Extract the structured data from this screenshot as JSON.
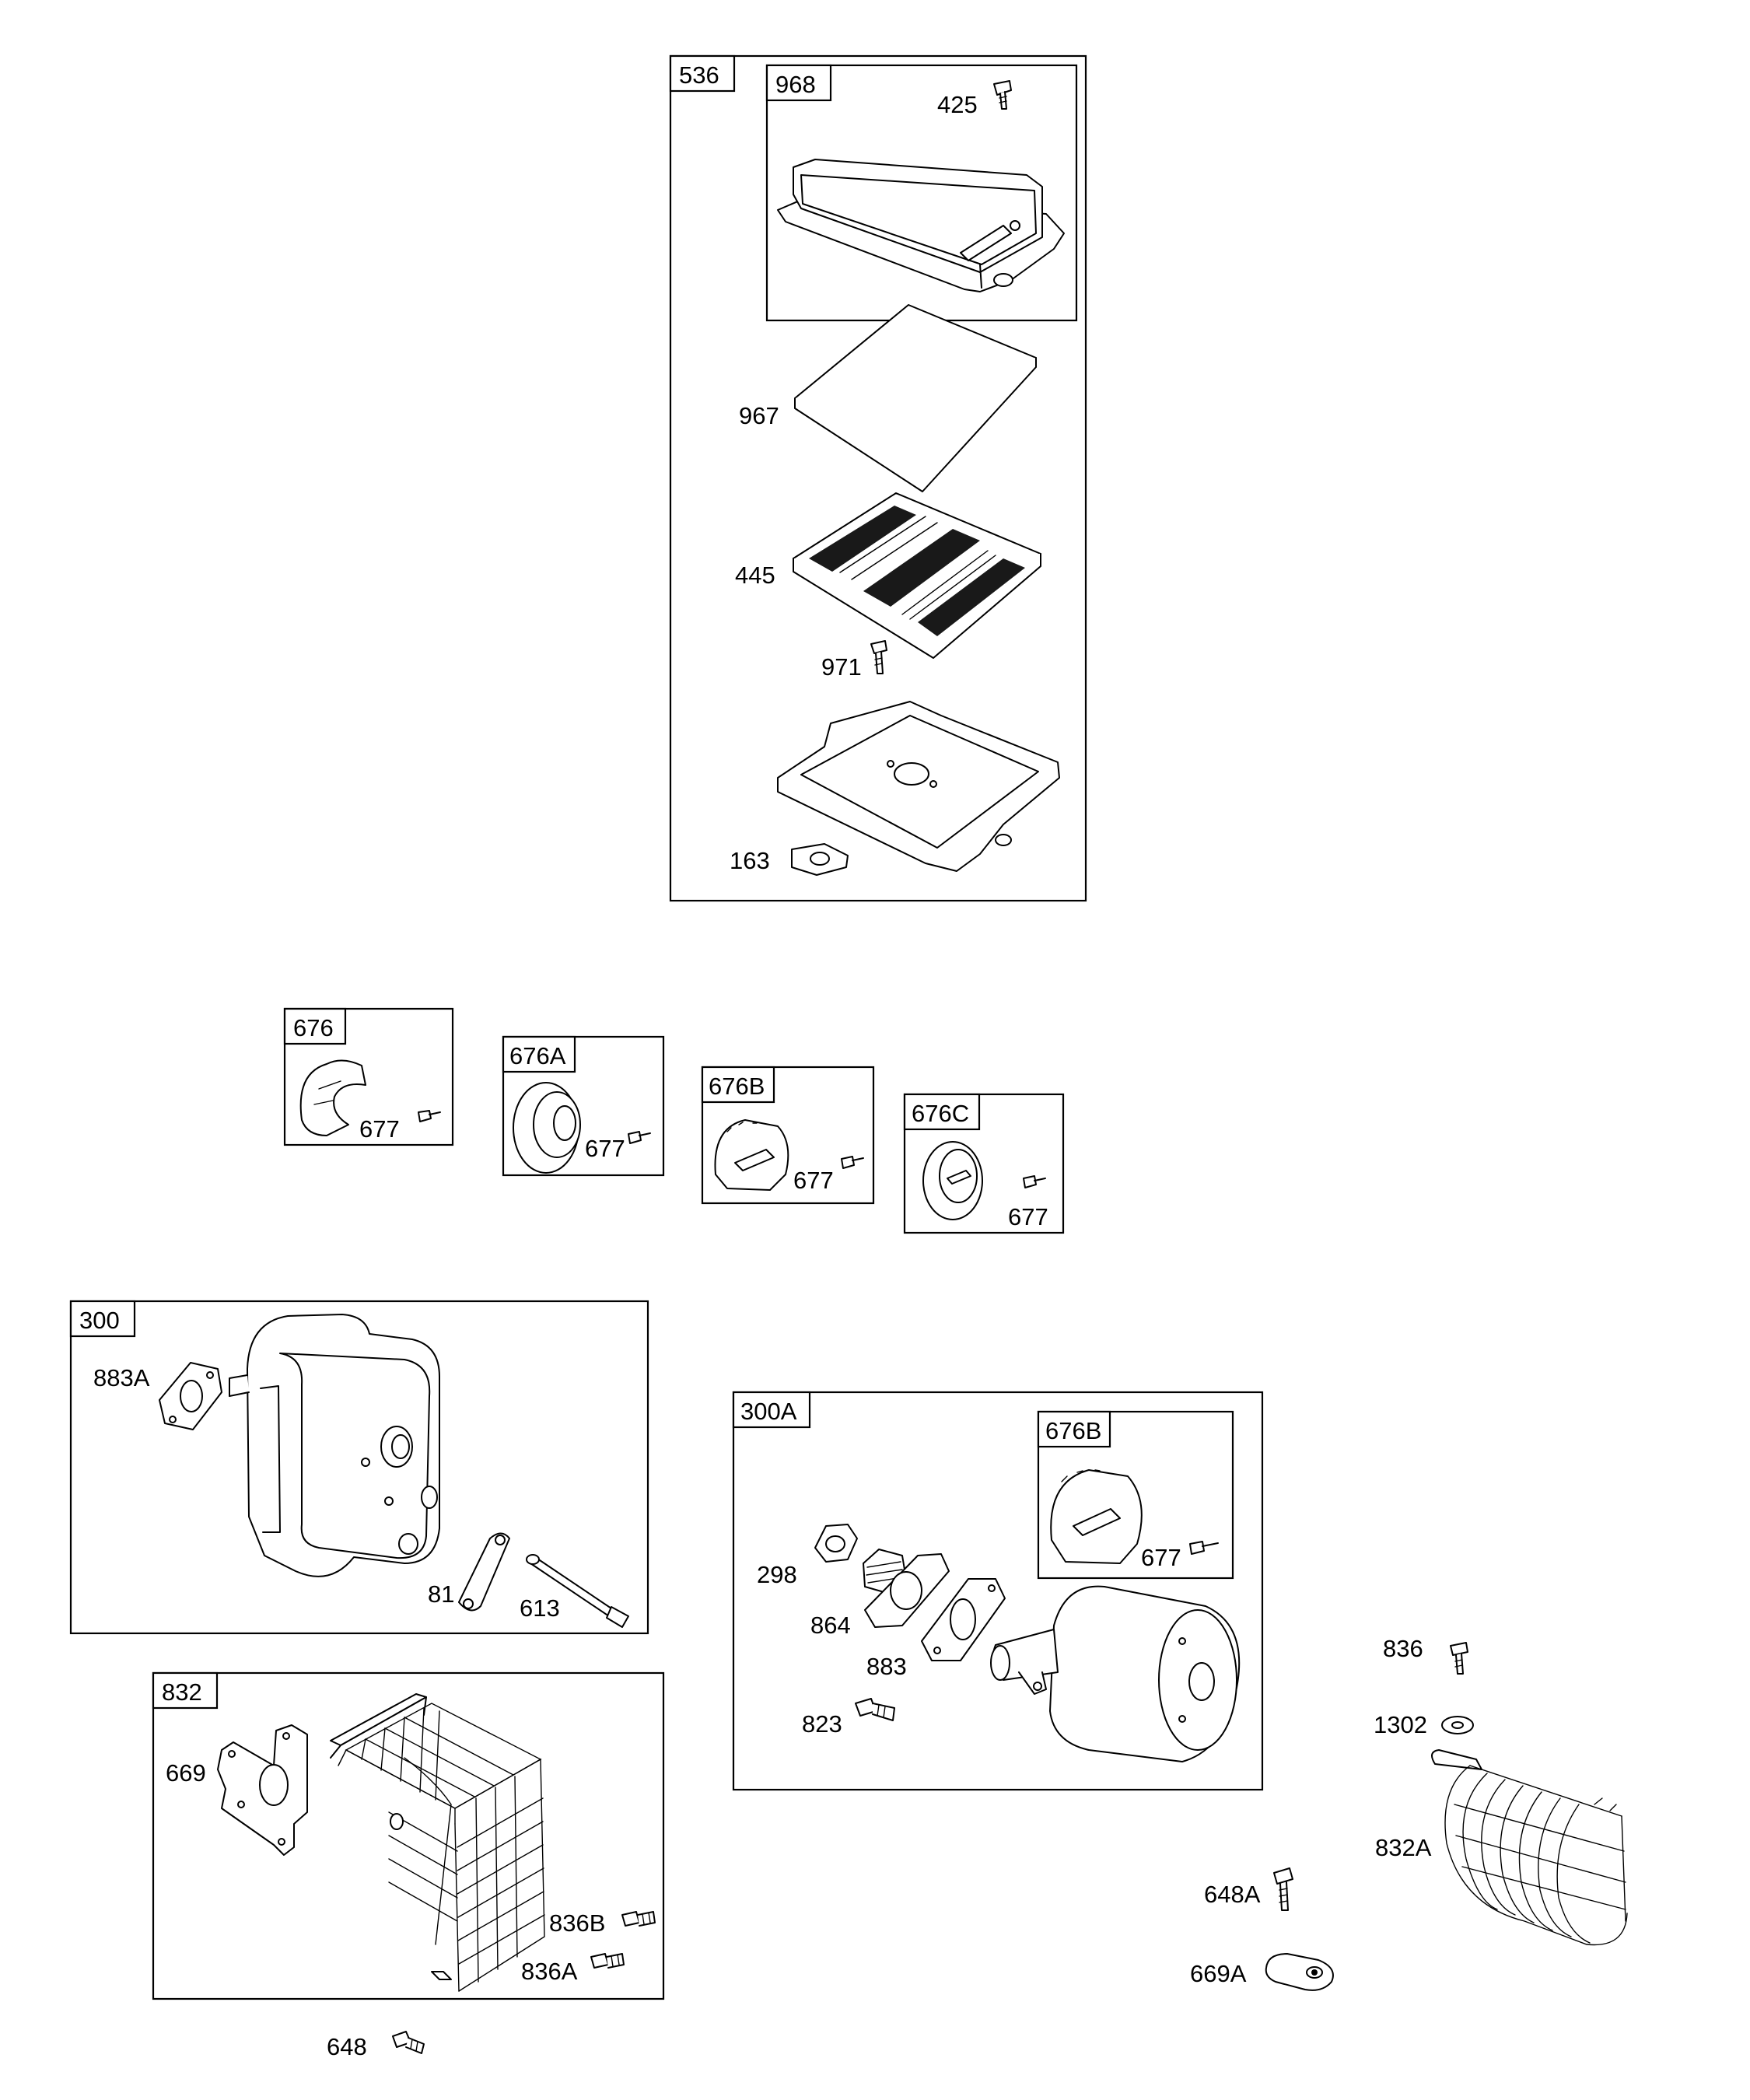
{
  "groups": {
    "g536": {
      "tag": "536",
      "parts": [
        "968",
        "425",
        "967",
        "445",
        "971",
        "163"
      ]
    },
    "g968": {
      "tag": "968"
    },
    "g676": {
      "tag": "676",
      "part": "677"
    },
    "g676A": {
      "tag": "676A",
      "part": "677"
    },
    "g676B": {
      "tag": "676B",
      "part": "677"
    },
    "g676C": {
      "tag": "676C",
      "part": "677"
    },
    "g300": {
      "tag": "300",
      "parts": [
        "883A",
        "81",
        "613"
      ]
    },
    "g300A": {
      "tag": "300A",
      "parts": [
        "298",
        "864",
        "883",
        "823"
      ]
    },
    "g676B2": {
      "tag": "676B",
      "part": "677"
    },
    "g832": {
      "tag": "832",
      "parts": [
        "669",
        "836B",
        "836A"
      ]
    }
  },
  "labels": {
    "p425": "425",
    "p967": "967",
    "p445": "445",
    "p971": "971",
    "p163": "163",
    "p677a": "677",
    "p677b": "677",
    "p677c": "677",
    "p677d": "677",
    "p883A": "883A",
    "p81": "81",
    "p613": "613",
    "p298": "298",
    "p864": "864",
    "p883": "883",
    "p823": "823",
    "p677e": "677",
    "p669": "669",
    "p836B": "836B",
    "p836A": "836A",
    "p648": "648",
    "p836": "836",
    "p1302": "1302",
    "p832A": "832A",
    "p648A": "648A",
    "p669A": "669A"
  }
}
